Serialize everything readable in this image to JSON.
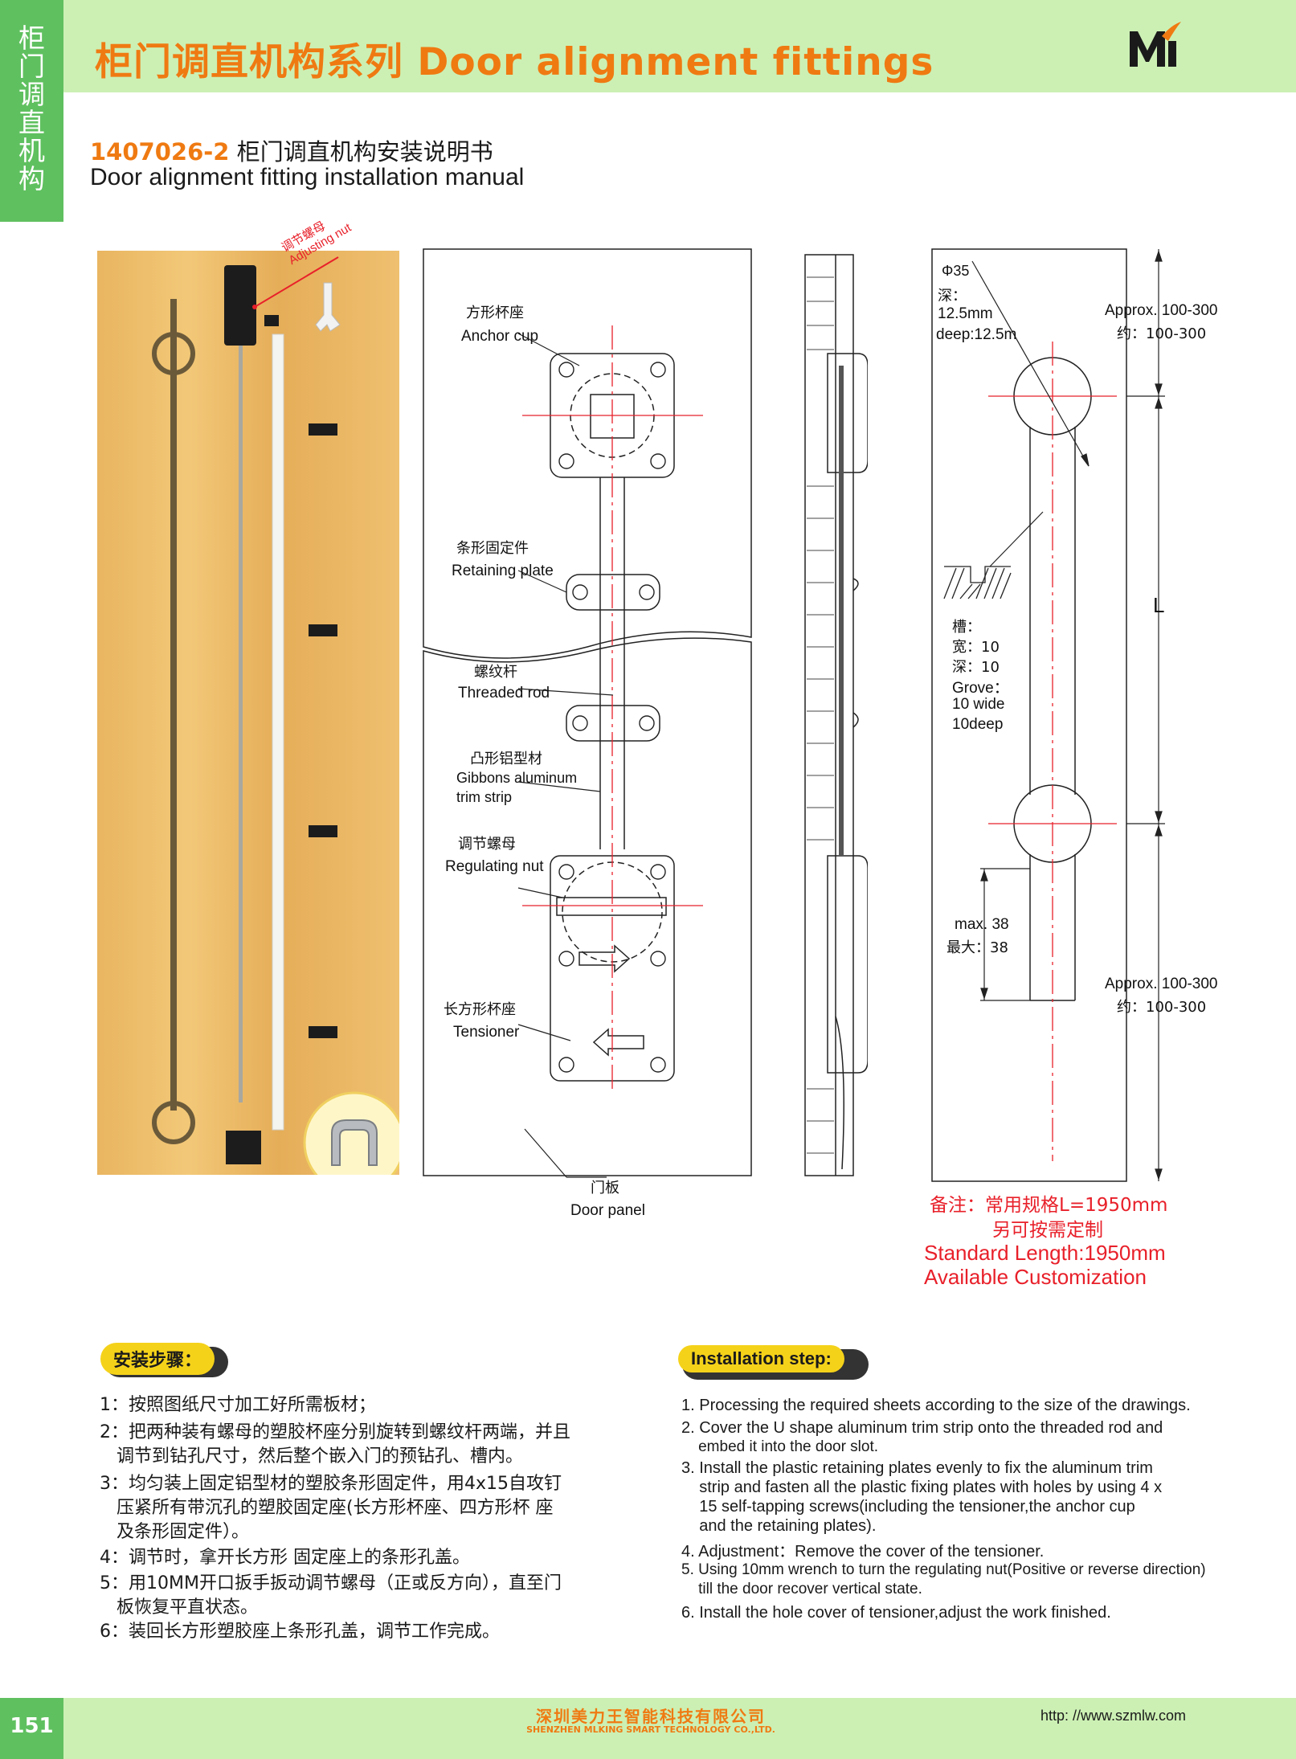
{
  "header": {
    "side_tab": [
      "柜",
      "门",
      "调",
      "直",
      "机",
      "构"
    ],
    "title": "柜门调直机构系列 Door alignment fittings",
    "logo": "MLKING M logo"
  },
  "subtitle": {
    "code": "1407026-2",
    "cn": "柜门调直机构安装说明书",
    "en": "Door alignment fitting installation manual"
  },
  "photo": {
    "label_cn": "调节螺母",
    "label_en": "Adjusting nut"
  },
  "diagram_labels": {
    "anchor_cup_cn": "方形杯座",
    "anchor_cup_en": "Anchor cup",
    "retaining_plate_cn": "条形固定件",
    "retaining_plate_en": "Retaining plate",
    "threaded_rod_cn": "螺纹杆",
    "threaded_rod_en": "Threaded rod",
    "trim_strip_cn": "凸形铝型材",
    "trim_strip_en1": "Gibbons aluminum",
    "trim_strip_en2": "trim strip",
    "regulating_nut_cn": "调节螺母",
    "regulating_nut_en": "Regulating nut",
    "tensioner_cn": "长方形杯座",
    "tensioner_en": "Tensioner",
    "door_panel_cn": "门板",
    "door_panel_en": "Door panel"
  },
  "dimensions": {
    "phi": "Φ35",
    "depth_cn": "深：",
    "depth_mm": "12.5mm",
    "depth_en": "deep:12.5m",
    "approx_top_en": "Approx. 100-300",
    "approx_top_cn": "约：100-300",
    "length_symbol": "L",
    "groove_cn": "槽：",
    "groove_width_cn": "宽：10",
    "groove_depth_cn": "深：10",
    "groove_en": "Grove：",
    "groove_wide_en": "10 wide",
    "groove_deep_en": "10deep",
    "max_en": "max. 38",
    "max_cn": "最大：38",
    "approx_bottom_en": "Approx. 100-300",
    "approx_bottom_cn": "约：100-300"
  },
  "notes": {
    "cn_line1": "备注：常用规格L=1950mm",
    "cn_line2": "另可按需定制",
    "en_line1": "Standard Length:1950mm",
    "en_line2": "Available Customization"
  },
  "steps_cn": {
    "heading": "安装步骤：",
    "lines": [
      "1：按照图纸尺寸加工好所需板材；",
      "2：把两种装有螺母的塑胶杯座分别旋转到螺纹杆两端，并且",
      "   调节到钻孔尺寸，然后整个嵌入门的预钻孔、槽内。",
      "3：均匀装上固定铝型材的塑胶条形固定件，用4x15自攻钉",
      "   压紧所有带沉孔的塑胶固定座(长方形杯座、四方形杯 座",
      "   及条形固定件）。",
      "4：调节时，拿开长方形 固定座上的条形孔盖。",
      "5：用10MM开口扳手扳动调节螺母（正或反方向），直至门",
      "   板恢复平直状态。",
      "6：装回长方形塑胶座上条形孔盖，调节工作完成。"
    ]
  },
  "steps_en": {
    "heading": "Installation step:",
    "lines": [
      "1. Processing the required sheets according to the size of the drawings.",
      "2. Cover the U shape aluminum trim strip onto the threaded rod and",
      "    embed it into the door slot.",
      "3. Install the plastic retaining plates evenly to fix the aluminum trim",
      "    strip and fasten all the plastic fixing plates with holes by using 4 x",
      "    15 self-tapping screws(including the tensioner,the anchor cup",
      "    and the retaining plates).",
      "4. Adjustment：Remove the cover of the tensioner.",
      "5. Using 10mm wrench to turn the regulating nut(Positive or reverse direction)",
      "    till the door recover vertical state.",
      "6. Install the hole cover of tensioner,adjust the work finished."
    ]
  },
  "footer": {
    "page_number": "151",
    "company_cn": "深圳美力王智能科技有限公司",
    "company_en": "SHENZHEN MLKING SMART TECHNOLOGY CO.,LTD.",
    "website": "http: //www.szmlw.com"
  },
  "colors": {
    "orange": "#ef7a12",
    "green": "#5fc05f",
    "light_green": "#ccf0b4",
    "red": "#e8202a",
    "yellow": "#f5d21a"
  }
}
